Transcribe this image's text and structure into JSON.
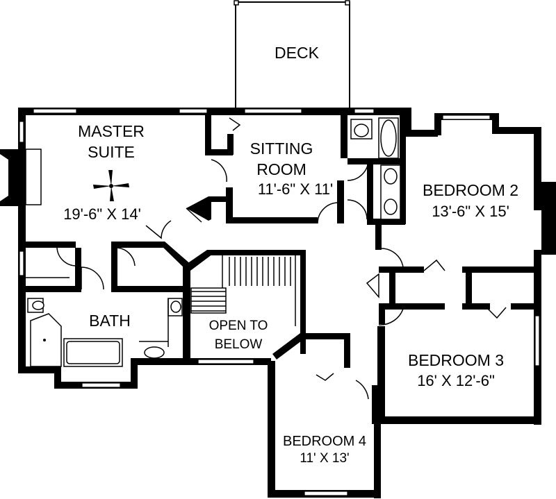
{
  "rooms": {
    "deck": {
      "name": "DECK"
    },
    "master_suite": {
      "name_line1": "MASTER",
      "name_line2": "SUITE",
      "dims": "19'-6\" X 14'"
    },
    "sitting_room": {
      "name_line1": "SITTING",
      "name_line2": "ROOM",
      "dims": "11'-6\" X 11'"
    },
    "bedroom2": {
      "name": "BEDROOM 2",
      "dims": "13'-6\" X 15'"
    },
    "bath": {
      "name": "BATH"
    },
    "open_to_below": {
      "name_line1": "OPEN TO",
      "name_line2": "BELOW"
    },
    "bedroom3": {
      "name": "BEDROOM 3",
      "dims": "16' X 12'-6\""
    },
    "bedroom4": {
      "name": "BEDROOM 4",
      "dims": "11' X 13'"
    }
  }
}
